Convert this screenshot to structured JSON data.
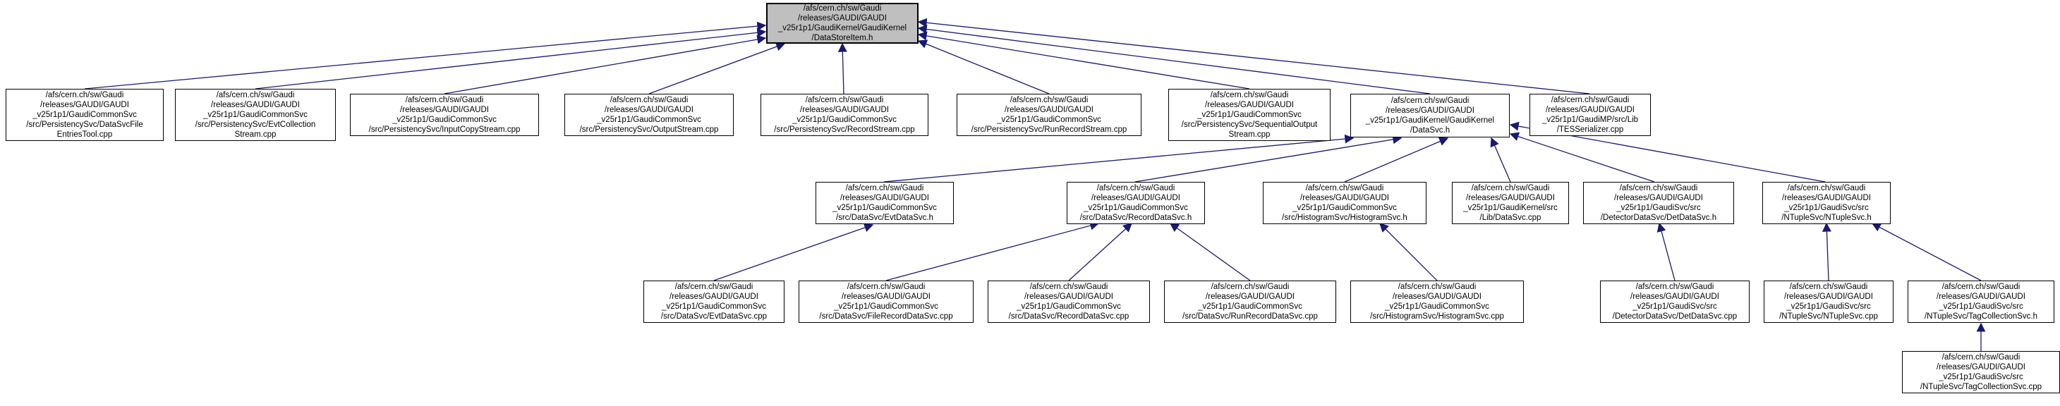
{
  "diagram": {
    "kind": "doxygen-included-by-dependency-graph",
    "background_color": "#ffffff",
    "edge_color": "#191970",
    "node_fill": "#ffffff",
    "node_border": "#000000",
    "root_fill": "#bfbfbf"
  },
  "nodes": [
    {
      "id": "datastoreitem_h",
      "label": "/afs/cern.ch/sw/Gaudi\n/releases/GAUDI/GAUDI\n_v25r1p1/GaudiKernel/GaudiKernel\n/DataStoreItem.h"
    },
    {
      "id": "datasvcfileentriestool_cpp",
      "label": "/afs/cern.ch/sw/Gaudi\n/releases/GAUDI/GAUDI\n_v25r1p1/GaudiCommonSvc\n/src/PersistencySvc/DataSvcFile\nEntriesTool.cpp"
    },
    {
      "id": "evtcollectionstream_cpp",
      "label": "/afs/cern.ch/sw/Gaudi\n/releases/GAUDI/GAUDI\n_v25r1p1/GaudiCommonSvc\n/src/PersistencySvc/EvtCollection\nStream.cpp"
    },
    {
      "id": "inputcopystream_cpp",
      "label": "/afs/cern.ch/sw/Gaudi\n/releases/GAUDI/GAUDI\n_v25r1p1/GaudiCommonSvc\n/src/PersistencySvc/InputCopyStream.cpp"
    },
    {
      "id": "outputstream_cpp",
      "label": "/afs/cern.ch/sw/Gaudi\n/releases/GAUDI/GAUDI\n_v25r1p1/GaudiCommonSvc\n/src/PersistencySvc/OutputStream.cpp"
    },
    {
      "id": "recordstream_cpp",
      "label": "/afs/cern.ch/sw/Gaudi\n/releases/GAUDI/GAUDI\n_v25r1p1/GaudiCommonSvc\n/src/PersistencySvc/RecordStream.cpp"
    },
    {
      "id": "runrecordstream_cpp",
      "label": "/afs/cern.ch/sw/Gaudi\n/releases/GAUDI/GAUDI\n_v25r1p1/GaudiCommonSvc\n/src/PersistencySvc/RunRecordStream.cpp"
    },
    {
      "id": "sequentialoutputstream_cpp",
      "label": "/afs/cern.ch/sw/Gaudi\n/releases/GAUDI/GAUDI\n_v25r1p1/GaudiCommonSvc\n/src/PersistencySvc/SequentialOutput\nStream.cpp"
    },
    {
      "id": "datasvc_h",
      "label": "/afs/cern.ch/sw/Gaudi\n/releases/GAUDI/GAUDI\n_v25r1p1/GaudiKernel/GaudiKernel\n/DataSvc.h"
    },
    {
      "id": "tesserializer_cpp",
      "label": "/afs/cern.ch/sw/Gaudi\n/releases/GAUDI/GAUDI\n_v25r1p1/GaudiMP/src/Lib\n/TESSerializer.cpp"
    },
    {
      "id": "evtdatasvc_h",
      "label": "/afs/cern.ch/sw/Gaudi\n/releases/GAUDI/GAUDI\n_v25r1p1/GaudiCommonSvc\n/src/DataSvc/EvtDataSvc.h"
    },
    {
      "id": "recorddatasvc_h",
      "label": "/afs/cern.ch/sw/Gaudi\n/releases/GAUDI/GAUDI\n_v25r1p1/GaudiCommonSvc\n/src/DataSvc/RecordDataSvc.h"
    },
    {
      "id": "histogramsvc_h",
      "label": "/afs/cern.ch/sw/Gaudi\n/releases/GAUDI/GAUDI\n_v25r1p1/GaudiCommonSvc\n/src/HistogramSvc/HistogramSvc.h"
    },
    {
      "id": "datasvc_cpp",
      "label": "/afs/cern.ch/sw/Gaudi\n/releases/GAUDI/GAUDI\n_v25r1p1/GaudiKernel/src\n/Lib/DataSvc.cpp"
    },
    {
      "id": "detdatasvc_h",
      "label": "/afs/cern.ch/sw/Gaudi\n/releases/GAUDI/GAUDI\n_v25r1p1/GaudiSvc/src\n/DetectorDataSvc/DetDataSvc.h"
    },
    {
      "id": "ntuplesvc_h",
      "label": "/afs/cern.ch/sw/Gaudi\n/releases/GAUDI/GAUDI\n_v25r1p1/GaudiSvc/src\n/NTupleSvc/NTupleSvc.h"
    },
    {
      "id": "evtdatasvc_cpp",
      "label": "/afs/cern.ch/sw/Gaudi\n/releases/GAUDI/GAUDI\n_v25r1p1/GaudiCommonSvc\n/src/DataSvc/EvtDataSvc.cpp"
    },
    {
      "id": "filerecorddatasvc_cpp",
      "label": "/afs/cern.ch/sw/Gaudi\n/releases/GAUDI/GAUDI\n_v25r1p1/GaudiCommonSvc\n/src/DataSvc/FileRecordDataSvc.cpp"
    },
    {
      "id": "recorddatasvc_cpp",
      "label": "/afs/cern.ch/sw/Gaudi\n/releases/GAUDI/GAUDI\n_v25r1p1/GaudiCommonSvc\n/src/DataSvc/RecordDataSvc.cpp"
    },
    {
      "id": "runrecorddatasvc_cpp",
      "label": "/afs/cern.ch/sw/Gaudi\n/releases/GAUDI/GAUDI\n_v25r1p1/GaudiCommonSvc\n/src/DataSvc/RunRecordDataSvc.cpp"
    },
    {
      "id": "histogramsvc_cpp",
      "label": "/afs/cern.ch/sw/Gaudi\n/releases/GAUDI/GAUDI\n_v25r1p1/GaudiCommonSvc\n/src/HistogramSvc/HistogramSvc.cpp"
    },
    {
      "id": "detdatasvc_cpp",
      "label": "/afs/cern.ch/sw/Gaudi\n/releases/GAUDI/GAUDI\n_v25r1p1/GaudiSvc/src\n/DetectorDataSvc/DetDataSvc.cpp"
    },
    {
      "id": "ntuplesvc_cpp",
      "label": "/afs/cern.ch/sw/Gaudi\n/releases/GAUDI/GAUDI\n_v25r1p1/GaudiSvc/src\n/NTupleSvc/NTupleSvc.cpp"
    },
    {
      "id": "tagcollectionsvc_h",
      "label": "/afs/cern.ch/sw/Gaudi\n/releases/GAUDI/GAUDI\n_v25r1p1/GaudiSvc/src\n/NTupleSvc/TagCollectionSvc.h"
    },
    {
      "id": "tagcollectionsvc_cpp",
      "label": "/afs/cern.ch/sw/Gaudi\n/releases/GAUDI/GAUDI\n_v25r1p1/GaudiSvc/src\n/NTupleSvc/TagCollectionSvc.cpp"
    }
  ],
  "edges": [
    {
      "from": "datasvcfileentriestool_cpp",
      "to": "datastoreitem_h"
    },
    {
      "from": "evtcollectionstream_cpp",
      "to": "datastoreitem_h"
    },
    {
      "from": "inputcopystream_cpp",
      "to": "datastoreitem_h"
    },
    {
      "from": "outputstream_cpp",
      "to": "datastoreitem_h"
    },
    {
      "from": "recordstream_cpp",
      "to": "datastoreitem_h"
    },
    {
      "from": "runrecordstream_cpp",
      "to": "datastoreitem_h"
    },
    {
      "from": "sequentialoutputstream_cpp",
      "to": "datastoreitem_h"
    },
    {
      "from": "datasvc_h",
      "to": "datastoreitem_h"
    },
    {
      "from": "tesserializer_cpp",
      "to": "datastoreitem_h"
    },
    {
      "from": "evtdatasvc_h",
      "to": "datasvc_h"
    },
    {
      "from": "recorddatasvc_h",
      "to": "datasvc_h"
    },
    {
      "from": "histogramsvc_h",
      "to": "datasvc_h"
    },
    {
      "from": "datasvc_cpp",
      "to": "datasvc_h"
    },
    {
      "from": "detdatasvc_h",
      "to": "datasvc_h"
    },
    {
      "from": "ntuplesvc_h",
      "to": "datasvc_h"
    },
    {
      "from": "evtdatasvc_cpp",
      "to": "evtdatasvc_h"
    },
    {
      "from": "filerecorddatasvc_cpp",
      "to": "recorddatasvc_h"
    },
    {
      "from": "recorddatasvc_cpp",
      "to": "recorddatasvc_h"
    },
    {
      "from": "runrecorddatasvc_cpp",
      "to": "recorddatasvc_h"
    },
    {
      "from": "histogramsvc_cpp",
      "to": "histogramsvc_h"
    },
    {
      "from": "detdatasvc_cpp",
      "to": "detdatasvc_h"
    },
    {
      "from": "ntuplesvc_cpp",
      "to": "ntuplesvc_h"
    },
    {
      "from": "tagcollectionsvc_h",
      "to": "ntuplesvc_h"
    },
    {
      "from": "tagcollectionsvc_cpp",
      "to": "tagcollectionsvc_h"
    }
  ]
}
